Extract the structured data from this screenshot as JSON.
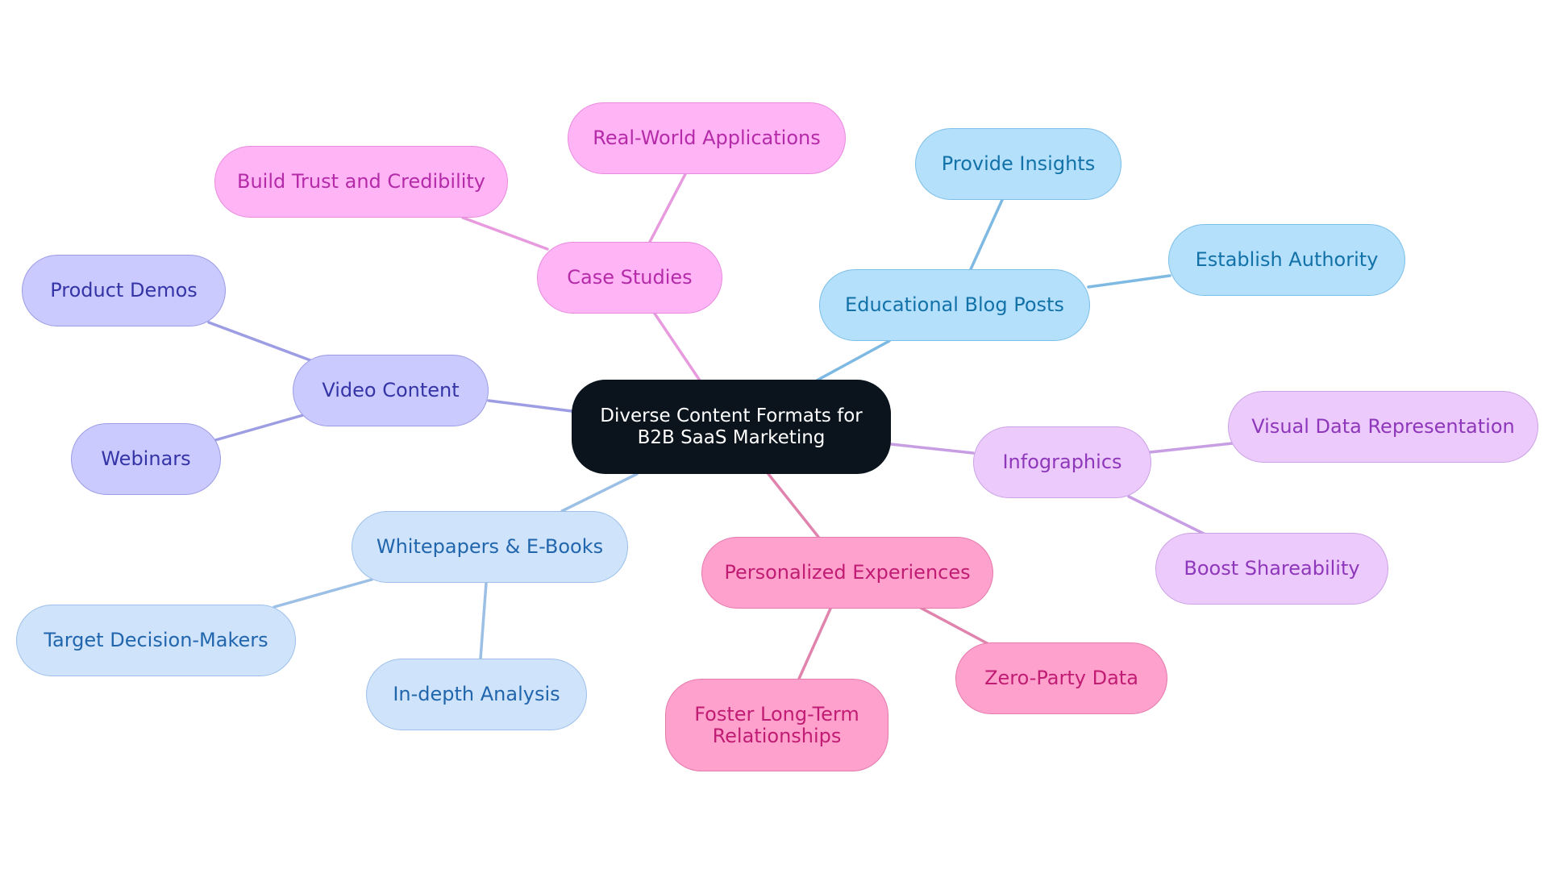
{
  "colors": {
    "root_bg": "#0b141c",
    "root_text": "#ffffff",
    "pink_bg": "#ffb5f5",
    "pink_border": "#e98bdd",
    "pink_text": "#b52aa8",
    "pink_edge": "#e89ade",
    "blue_bg": "#b4e0fc",
    "blue_border": "#7cbfe8",
    "blue_text": "#1272a8",
    "blue_edge": "#7db9e2",
    "indigo_bg": "#cacaff",
    "indigo_border": "#9c9ce6",
    "indigo_text": "#3434a6",
    "indigo_edge": "#9d9de4",
    "lightblue_bg": "#cfe3fb",
    "lightblue_border": "#9dc0ea",
    "lightblue_text": "#2166ad",
    "lightblue_edge": "#9cbfe6",
    "rose_bg": "#ffa1cd",
    "rose_border": "#e57aac",
    "rose_text": "#c11c73",
    "rose_edge": "#e083ad",
    "lavender_bg": "#eccbfc",
    "lavender_border": "#cba2e6",
    "lavender_text": "#8e37ba",
    "lavender_edge": "#c79de4"
  },
  "root": {
    "label": "Diverse Content Formats for\nB2B SaaS Marketing"
  },
  "branches": {
    "case_studies": {
      "label": "Case Studies",
      "children": [
        "Real-World Applications",
        "Build Trust and Credibility"
      ]
    },
    "educational_blog_posts": {
      "label": "Educational Blog Posts",
      "children": [
        "Provide Insights",
        "Establish Authority"
      ]
    },
    "video_content": {
      "label": "Video Content",
      "children": [
        "Product Demos",
        "Webinars"
      ]
    },
    "whitepapers": {
      "label": "Whitepapers & E-Books",
      "children": [
        "Target Decision-Makers",
        "In-depth Analysis"
      ]
    },
    "personalized": {
      "label": "Personalized Experiences",
      "children": [
        "Foster Long-Term\nRelationships",
        "Zero-Party Data"
      ]
    },
    "infographics": {
      "label": "Infographics",
      "children": [
        "Visual Data Representation",
        "Boost Shareability"
      ]
    }
  }
}
